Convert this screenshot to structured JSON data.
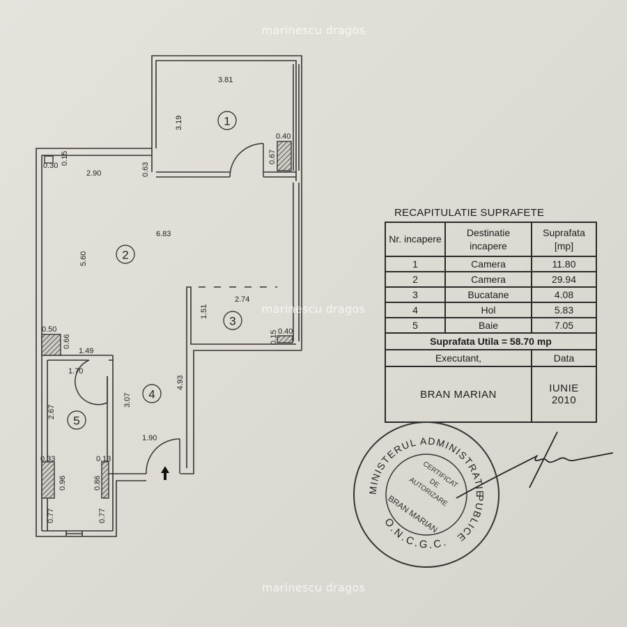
{
  "watermark": "marinescu dragos",
  "plan": {
    "rooms": [
      {
        "number": "1",
        "label": "1"
      },
      {
        "number": "2",
        "label": "2"
      },
      {
        "number": "3",
        "label": "3"
      },
      {
        "number": "4",
        "label": "4"
      },
      {
        "number": "5",
        "label": "5"
      }
    ],
    "dims": {
      "r1_width": "3.81",
      "r1_height": "3.19",
      "r1_col_w": "0.40",
      "r1_col_h": "0.67",
      "r2_width": "6.83",
      "r2_height": "5.60",
      "r2_top": "2.90",
      "r2_corner": "0.63",
      "r2_small_a": "0.30",
      "r2_small_b": "0.15",
      "r2_col_w": "0.50",
      "r2_col_h": "0.66",
      "r3_width": "2.74",
      "r3_height": "1.51",
      "r3_col_w": "0.40",
      "r3_col_h": "0.15",
      "r4_width": "1.49",
      "r4_height": "3.07",
      "r4_long": "4.93",
      "r4_bottom": "1.90",
      "r5_width": "1.70",
      "r5_height": "2.67",
      "r5_col_w": "0.33",
      "r5_col_h": "0.96",
      "r5_col2_w": "0.13",
      "r5_col2_h": "0.86",
      "r5_bottom_l": "0.77",
      "r5_bottom_r": "0.77"
    }
  },
  "summary": {
    "title": "RECAPITULATIE SUPRAFETE",
    "headers": {
      "nr": "Nr. incapere",
      "dest": "Destinatie incapere",
      "sup": "Suprafata [mp]"
    },
    "rows": [
      {
        "nr": "1",
        "dest": "Camera",
        "sup": "11.80"
      },
      {
        "nr": "2",
        "dest": "Camera",
        "sup": "29.94"
      },
      {
        "nr": "3",
        "dest": "Bucatane",
        "sup": "4.08"
      },
      {
        "nr": "4",
        "dest": "Hol",
        "sup": "5.83"
      },
      {
        "nr": "5",
        "dest": "Baie",
        "sup": "7.05"
      }
    ],
    "total": "Suprafata Utila = 58.70 mp",
    "executant_label": "Executant,",
    "data_label": "Data",
    "executant": "BRAN  MARIAN",
    "date": "IUNIE 2010"
  },
  "stamp": {
    "ring_top": "MINISTERUL ADMINISTRATIEI",
    "ring_right": "PUBLICE",
    "ring_bottom": "O.N.C.G.C.",
    "center_1": "CERTIFICAT",
    "center_2": "DE",
    "center_3": "AUTORIZARE",
    "center_4": "BRAN MARIAN"
  }
}
